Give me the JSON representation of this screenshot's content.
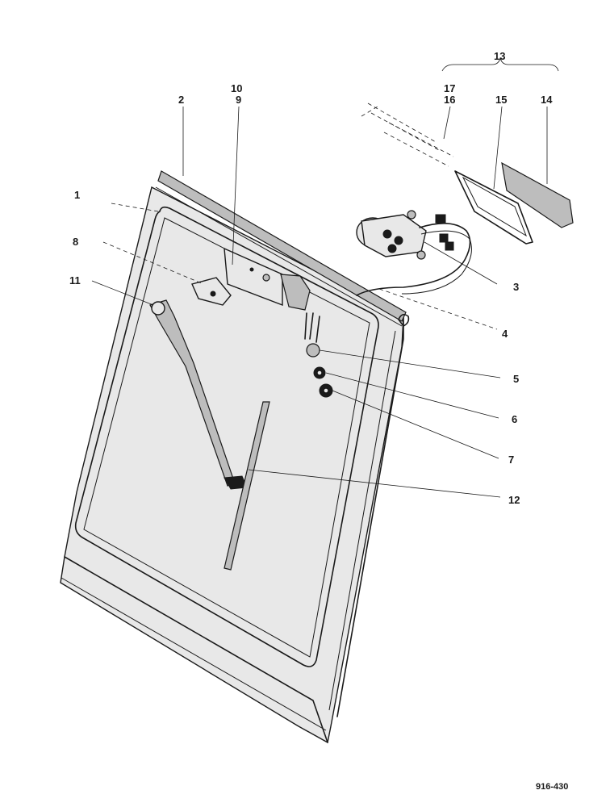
{
  "callouts": {
    "c1": "1",
    "c2": "2",
    "c3": "3",
    "c4": "4",
    "c5": "5",
    "c6": "6",
    "c7": "7",
    "c8": "8",
    "c9": "9",
    "c10": "10",
    "c11": "11",
    "c12": "12",
    "c13": "13",
    "c14": "14",
    "c15": "15",
    "c16": "16",
    "c17": "17"
  },
  "reference_code": "916-430",
  "colors": {
    "ink": "#1a1a1a",
    "paper": "#ffffff"
  }
}
